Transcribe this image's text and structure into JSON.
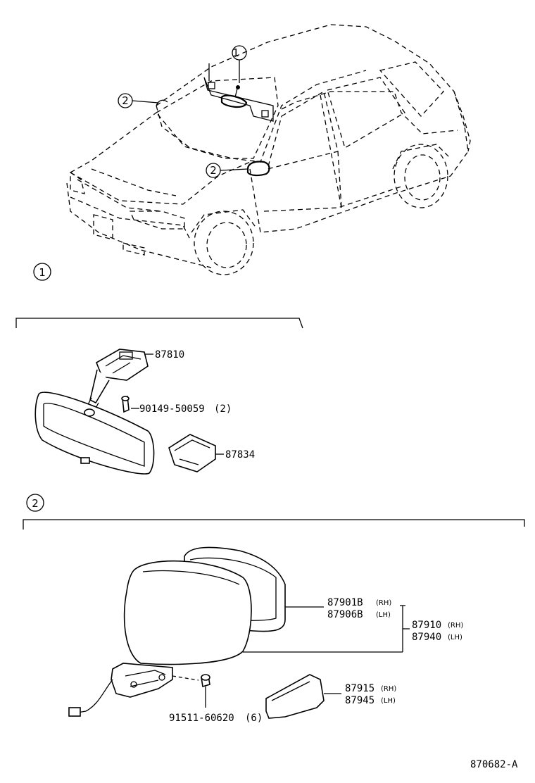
{
  "callouts": {
    "ref1": "1",
    "ref2": "2"
  },
  "inner_mirror": {
    "bracket": "87810",
    "screw": "90149-50059",
    "screw_qty": "(2)",
    "cover": "87834"
  },
  "outer_mirror": {
    "mirror_rh": "87901B",
    "mirror_lh": "87906B",
    "assy_rh": "87910",
    "assy_lh": "87940",
    "cover_rh": "87915",
    "cover_lh": "87945",
    "screw": "91511-60620",
    "screw_qty": "(6)",
    "rh": "(RH)",
    "lh": "(LH)"
  },
  "diagram_code": "870682-A"
}
